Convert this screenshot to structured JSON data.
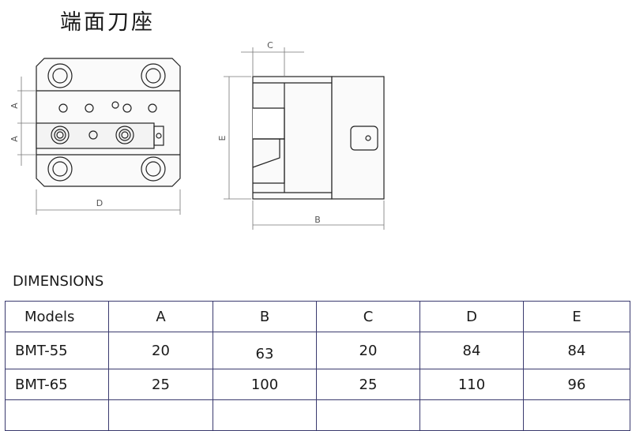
{
  "title": "端面刀座",
  "drawing": {
    "labels": {
      "A1": "A",
      "A2": "A",
      "D": "D",
      "C": "C",
      "E": "E",
      "B": "B"
    }
  },
  "dimensions": {
    "heading": "DIMENSIONS",
    "columns": [
      "Models",
      "A",
      "B",
      "C",
      "D",
      "E"
    ],
    "rows": [
      [
        "BMT-55",
        "20",
        "63",
        "20",
        "84",
        "84"
      ],
      [
        "BMT-65",
        "25",
        "100",
        "25",
        "110",
        "96"
      ],
      [
        "",
        "",
        "",
        "",
        "",
        ""
      ]
    ]
  }
}
